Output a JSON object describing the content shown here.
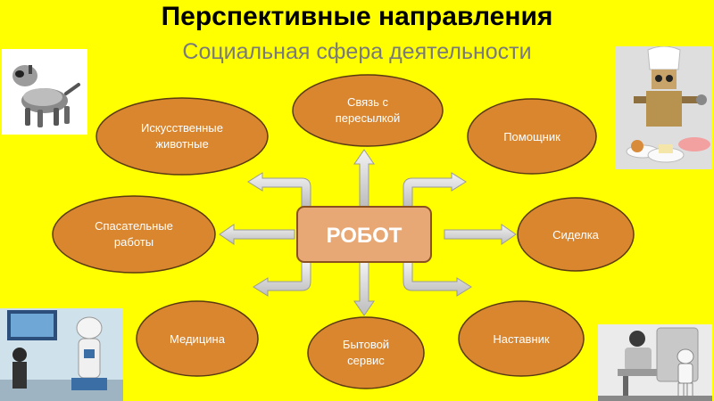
{
  "title": "Перспективные направления",
  "subtitle": "Социальная сфера деятельности",
  "center": {
    "label": "РОБОТ"
  },
  "nodes": [
    {
      "id": "animals",
      "lines": [
        "Искусственные",
        "животные"
      ]
    },
    {
      "id": "delivery",
      "lines": [
        "Связь с",
        "пересылкой"
      ]
    },
    {
      "id": "helper",
      "lines": [
        "Помощник"
      ]
    },
    {
      "id": "rescue",
      "lines": [
        "Спасательные",
        "работы"
      ]
    },
    {
      "id": "nurse",
      "lines": [
        "Сиделка"
      ]
    },
    {
      "id": "medicine",
      "lines": [
        "Медицина"
      ]
    },
    {
      "id": "household",
      "lines": [
        "Бытовой",
        "сервис"
      ]
    },
    {
      "id": "mentor",
      "lines": [
        "Наставник"
      ]
    }
  ],
  "colors": {
    "background": "#ffff00",
    "node_fill": "#d9862e",
    "node_stroke": "#5a3a10",
    "center_fill": "#e8a875",
    "center_stroke": "#8a5020",
    "arrow_fill": "#d8d8d8",
    "arrow_stroke": "#9a9a9a"
  },
  "photos": [
    {
      "id": "robot-dog",
      "icon": "robot-dog-photo"
    },
    {
      "id": "chef-robot",
      "icon": "chef-robot-photo"
    },
    {
      "id": "exhibit-robot",
      "icon": "exhibit-robot-photo"
    },
    {
      "id": "asimo-robot",
      "icon": "asimo-robot-photo"
    }
  ]
}
